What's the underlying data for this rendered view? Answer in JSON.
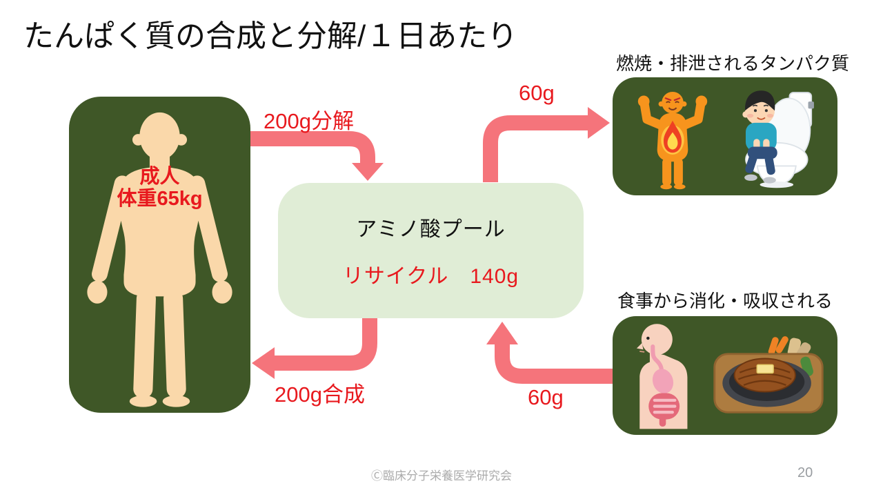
{
  "slide": {
    "title": "たんぱく質の合成と分解/１日あたり"
  },
  "body_box": {
    "line1": "成人",
    "line2": "体重65kg",
    "icon": "adult-body-silhouette"
  },
  "pool_box": {
    "title": "アミノ酸プール",
    "recycle": "リサイクル　140g"
  },
  "arrows": {
    "breakdown": {
      "label": "200g分解",
      "direction": "body-to-pool"
    },
    "burn": {
      "label": "60g",
      "direction": "pool-to-burn-box"
    },
    "synthesis": {
      "label": "200g合成",
      "direction": "pool-to-body"
    },
    "intake": {
      "label": "60g",
      "direction": "intake-box-to-pool"
    }
  },
  "burn_box": {
    "caption": "燃焼・排泄されるタンパク質",
    "icons": [
      "metabolism-burning-man-icon",
      "boy-on-toilet-icon"
    ]
  },
  "intake_box": {
    "caption": "食事から消化・吸収される",
    "icons": [
      "digestive-system-body-icon",
      "hamburger-steak-plate-icon"
    ]
  },
  "footer": {
    "copyright": "Ⓒ臨床分子栄養医学研究会",
    "page_number": "20"
  },
  "colors": {
    "dark_green": "#3f5727",
    "light_green": "#e0edd6",
    "arrow_pink": "#f5747b",
    "label_red": "#e8191e",
    "skin": "#fad8aa",
    "skin_pink": "#f8d2bf",
    "footer_gray": "#ababab"
  }
}
